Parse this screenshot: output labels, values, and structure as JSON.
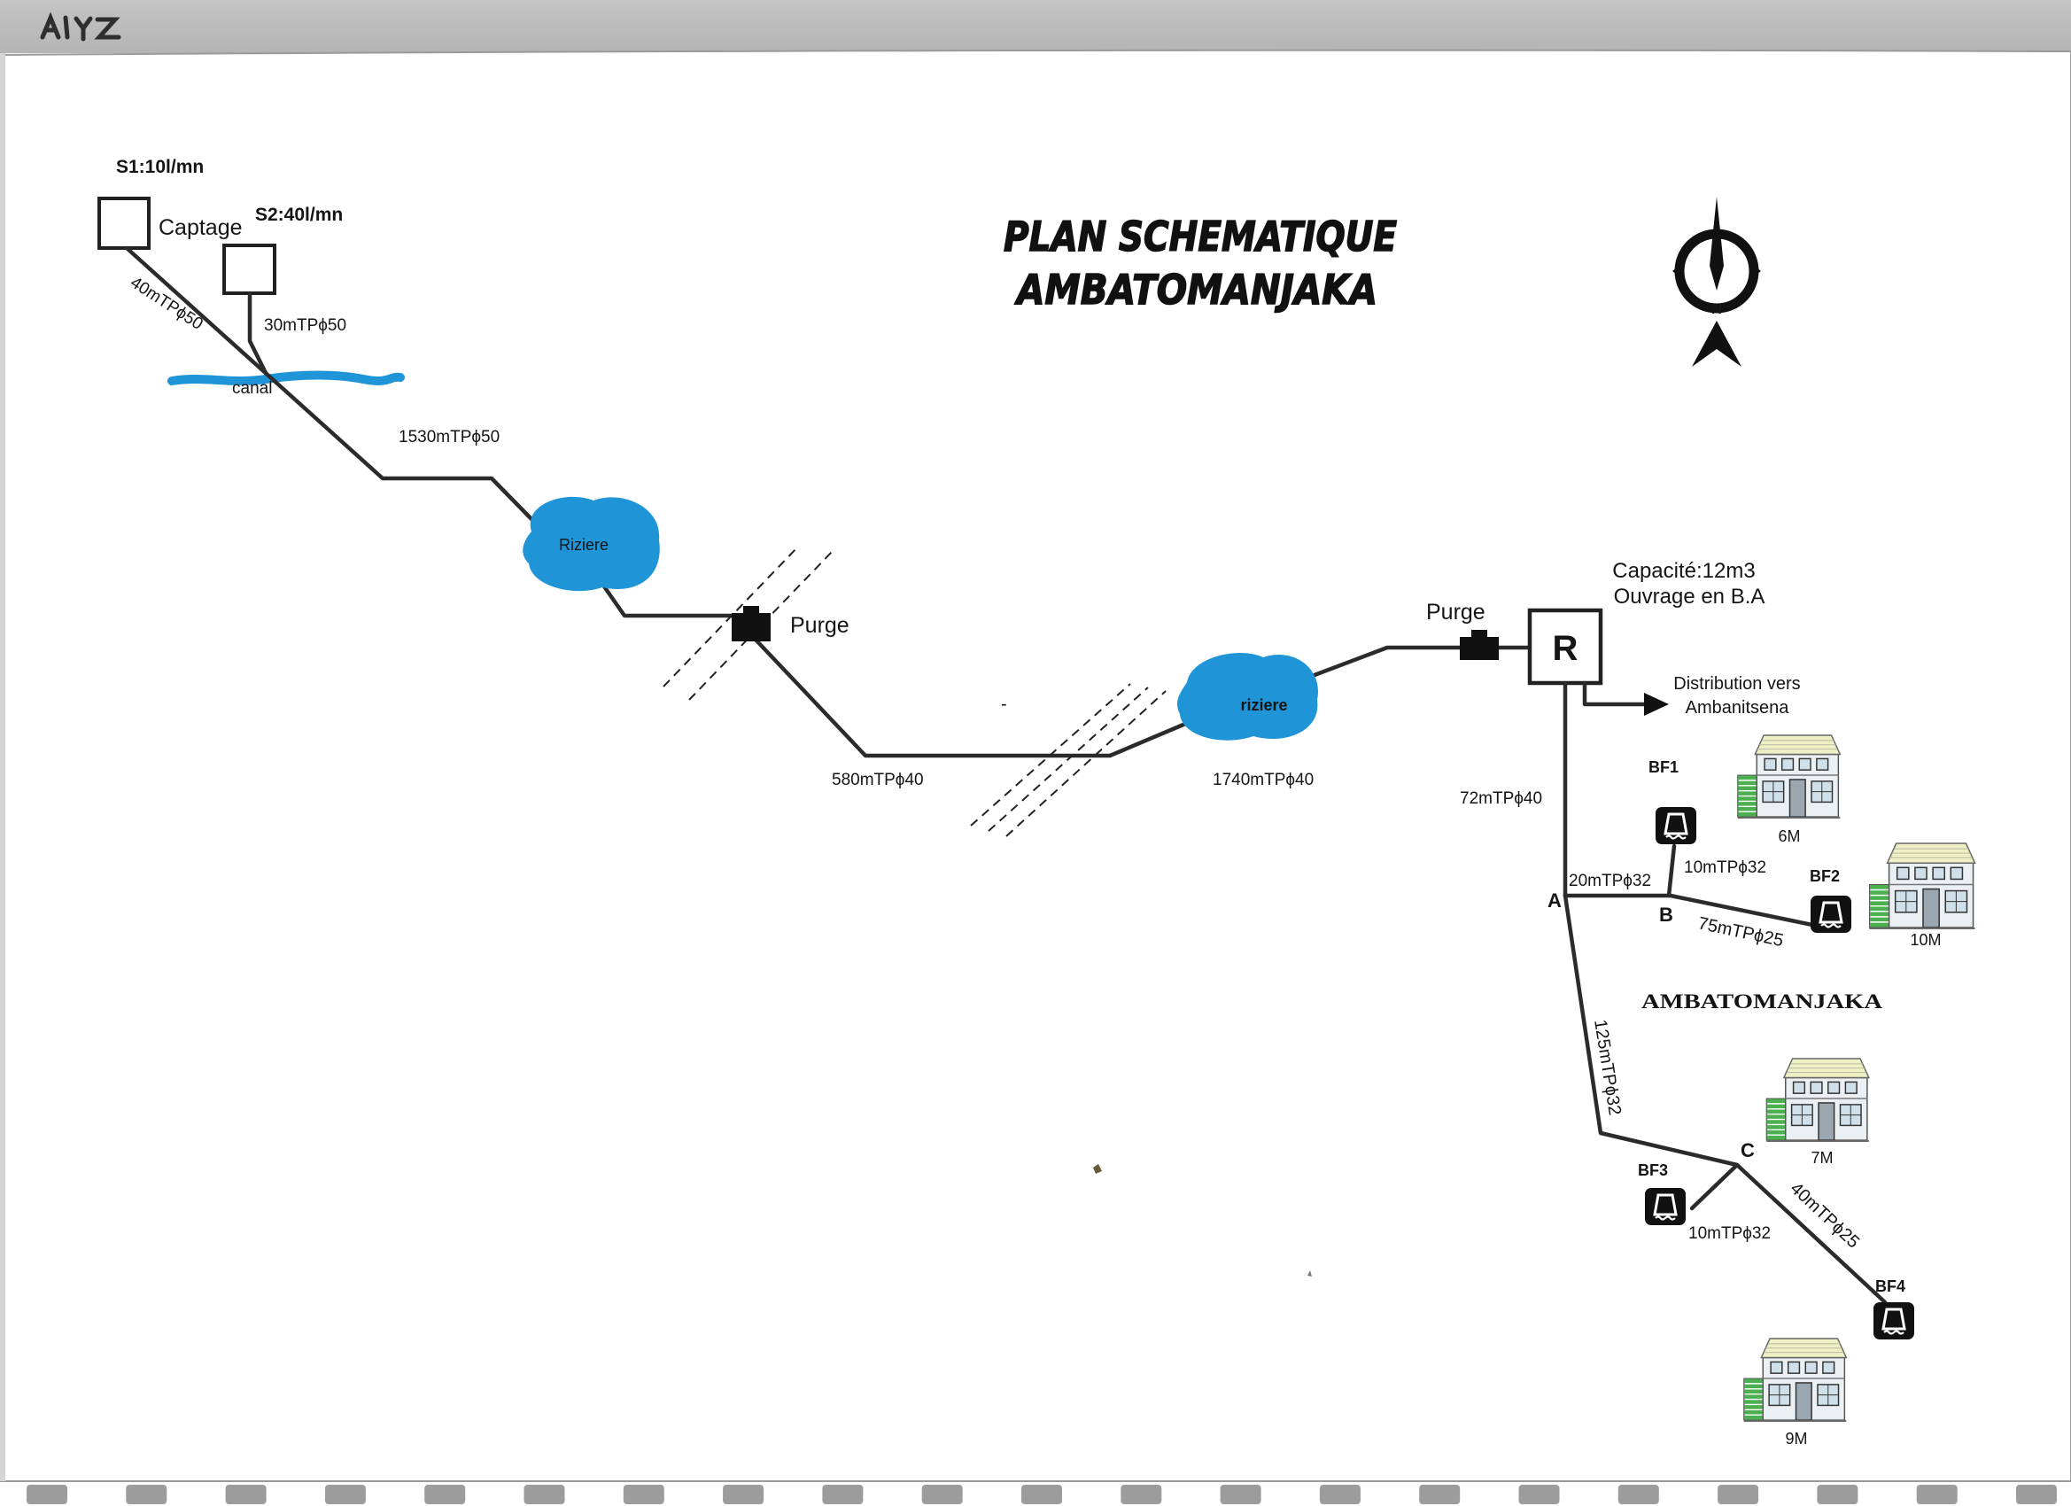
{
  "document": {
    "title_line1": "PLAN SCHEMATIQUE",
    "title_line2": "AMBATOMANJAKA"
  },
  "compass": {
    "north": "N"
  },
  "sources": {
    "s1": "S1:10l/mn",
    "s2": "S2:40l/mn",
    "captage": "Captage"
  },
  "pipes": {
    "s1_to_junction": "40mTPϕ50",
    "s2_to_junction": "30mTPϕ50",
    "junction_to_riziere": "1530mTPϕ50",
    "purge_to_riziere": "580mTPϕ40",
    "riziere_to_reservoir": "1740mTPϕ40",
    "reservoir_to_a": "72mTPϕ40",
    "a_to_b": "20mTPϕ32",
    "b_to_bf1": "10mTPϕ32",
    "b_to_bf2": "75mTPϕ25",
    "a_to_c": "125mTPϕ32",
    "c_to_bf3": "10mTPϕ32",
    "c_to_bf4": "40mTPϕ25"
  },
  "features": {
    "canal": "canal",
    "riziere1": "Riziere",
    "riziere2": "riziere",
    "purge1": "Purge",
    "purge2": "Purge",
    "stray_mark": "-"
  },
  "reservoir": {
    "label": "R",
    "capacity": "Capacité:12m3",
    "construction": "Ouvrage en B.A"
  },
  "distribution": {
    "line1": "Distribution vers",
    "line2": "Ambanitsena"
  },
  "nodes": {
    "a": "A",
    "b": "B",
    "c": "C"
  },
  "fountains": [
    {
      "label": "BF1"
    },
    {
      "label": "BF2"
    },
    {
      "label": "BF3"
    },
    {
      "label": "BF4"
    }
  ],
  "houses": [
    {
      "label": "6M"
    },
    {
      "label": "10M"
    },
    {
      "label": "7M"
    },
    {
      "label": "9M"
    }
  ],
  "village": {
    "name": "AMBATOMANJAKA"
  },
  "colors": {
    "water": "#1f95d8",
    "pipe": "#2b2b2b",
    "ink": "#151515",
    "house_roof": "#eef1c6",
    "house_garage": "#4caf50"
  }
}
